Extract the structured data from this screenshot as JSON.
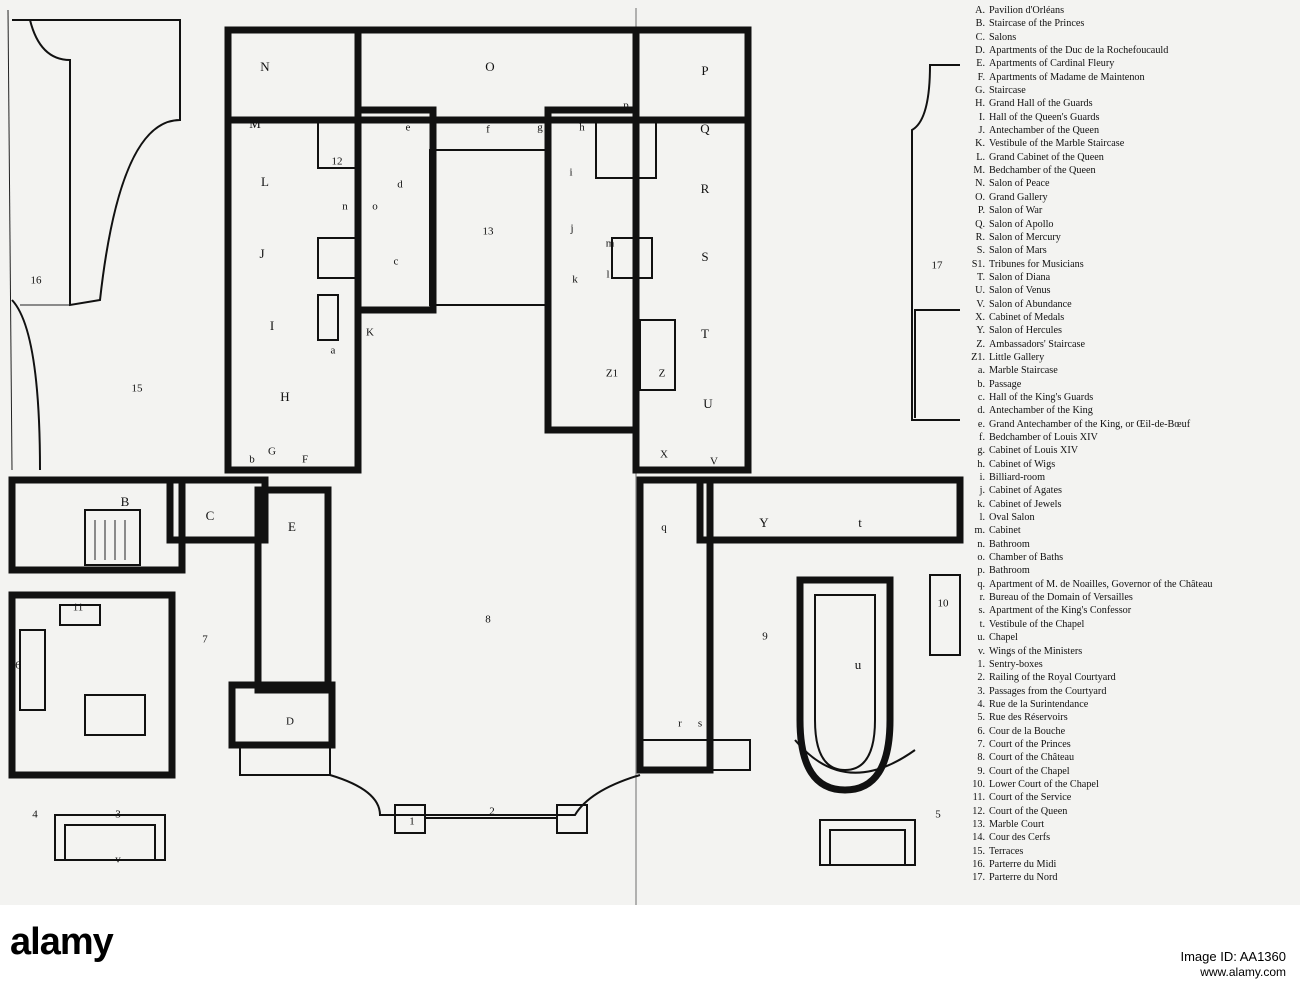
{
  "legend": [
    {
      "key": "A.",
      "text": "Pavilion d'Orléans"
    },
    {
      "key": "B.",
      "text": "Staircase of the Princes"
    },
    {
      "key": "C.",
      "text": "Salons"
    },
    {
      "key": "D.",
      "text": "Apartments of the Duc de la Rochefoucauld"
    },
    {
      "key": "E.",
      "text": "Apartments of Cardinal Fleury"
    },
    {
      "key": "F.",
      "text": "Apartments of Madame de Maintenon"
    },
    {
      "key": "G.",
      "text": "Staircase"
    },
    {
      "key": "H.",
      "text": "Grand Hall of the Guards"
    },
    {
      "key": "I.",
      "text": "Hall of the Queen's Guards"
    },
    {
      "key": "J.",
      "text": "Antechamber of the Queen"
    },
    {
      "key": "K.",
      "text": "Vestibule of the Marble Staircase"
    },
    {
      "key": "L.",
      "text": "Grand Cabinet of the Queen"
    },
    {
      "key": "M.",
      "text": "Bedchamber of the Queen"
    },
    {
      "key": "N.",
      "text": "Salon of Peace"
    },
    {
      "key": "O.",
      "text": "Grand Gallery"
    },
    {
      "key": "P.",
      "text": "Salon of War"
    },
    {
      "key": "Q.",
      "text": "Salon of Apollo"
    },
    {
      "key": "R.",
      "text": "Salon of Mercury"
    },
    {
      "key": "S.",
      "text": "Salon of Mars"
    },
    {
      "key": "S1.",
      "text": "Tribunes for Musicians"
    },
    {
      "key": "T.",
      "text": "Salon of Diana"
    },
    {
      "key": "U.",
      "text": "Salon of Venus"
    },
    {
      "key": "V.",
      "text": "Salon of Abundance"
    },
    {
      "key": "X.",
      "text": "Cabinet of Medals"
    },
    {
      "key": "Y.",
      "text": "Salon of Hercules"
    },
    {
      "key": "Z.",
      "text": "Ambassadors' Staircase"
    },
    {
      "key": "Z1.",
      "text": "Little Gallery"
    },
    {
      "key": "a.",
      "text": "Marble Staircase"
    },
    {
      "key": "b.",
      "text": "Passage"
    },
    {
      "key": "c.",
      "text": "Hall of the King's Guards"
    },
    {
      "key": "d.",
      "text": "Antechamber of the King"
    },
    {
      "key": "e.",
      "text": "Grand Antechamber of the King, or Œil-de-Bœuf"
    },
    {
      "key": "f.",
      "text": "Bedchamber of Louis XIV"
    },
    {
      "key": "g.",
      "text": "Cabinet of Louis XIV"
    },
    {
      "key": "h.",
      "text": "Cabinet of Wigs"
    },
    {
      "key": "i.",
      "text": "Billiard-room"
    },
    {
      "key": "j.",
      "text": "Cabinet of Agates"
    },
    {
      "key": "k.",
      "text": "Cabinet of Jewels"
    },
    {
      "key": "l.",
      "text": "Oval Salon"
    },
    {
      "key": "m.",
      "text": "Cabinet"
    },
    {
      "key": "n.",
      "text": "Bathroom"
    },
    {
      "key": "o.",
      "text": "Chamber of Baths"
    },
    {
      "key": "p.",
      "text": "Bathroom"
    },
    {
      "key": "q.",
      "text": "Apartment of M. de Noailles, Governor of the Château"
    },
    {
      "key": "r.",
      "text": "Bureau of the Domain of Versailles"
    },
    {
      "key": "s.",
      "text": "Apartment of the King's Confessor"
    },
    {
      "key": "t.",
      "text": "Vestibule of the Chapel"
    },
    {
      "key": "u.",
      "text": "Chapel"
    },
    {
      "key": "v.",
      "text": "Wings of the Ministers"
    },
    {
      "key": "1.",
      "text": "Sentry-boxes"
    },
    {
      "key": "2.",
      "text": "Railing of the Royal Courtyard"
    },
    {
      "key": "3.",
      "text": "Passages from the Courtyard"
    },
    {
      "key": "4.",
      "text": "Rue de la Surintendance"
    },
    {
      "key": "5.",
      "text": "Rue des Réservoirs"
    },
    {
      "key": "6.",
      "text": "Cour de la Bouche"
    },
    {
      "key": "7.",
      "text": "Court of the Princes"
    },
    {
      "key": "8.",
      "text": "Court of the Château"
    },
    {
      "key": "9.",
      "text": "Court of the Chapel"
    },
    {
      "key": "10.",
      "text": "Lower Court of the Chapel"
    },
    {
      "key": "11.",
      "text": "Court of the Service"
    },
    {
      "key": "12.",
      "text": "Court of the Queen"
    },
    {
      "key": "13.",
      "text": "Marble Court"
    },
    {
      "key": "14.",
      "text": "Cour des Cerfs"
    },
    {
      "key": "15.",
      "text": "Terraces"
    },
    {
      "key": "16.",
      "text": "Parterre du Midi"
    },
    {
      "key": "17.",
      "text": "Parterre du Nord"
    }
  ],
  "plan_labels": [
    "N",
    "O",
    "P",
    "M",
    "Q",
    "L",
    "R",
    "J",
    "S",
    "I",
    "T",
    "H",
    "U",
    "G",
    "F",
    "X",
    "V",
    "K",
    "C",
    "Z",
    "Z1",
    "B",
    "E",
    "Y",
    "t",
    "q",
    "D",
    "r",
    "s",
    "u",
    "e",
    "f",
    "g",
    "h",
    "i",
    "j",
    "k",
    "l",
    "m",
    "n",
    "o",
    "p",
    "a",
    "b",
    "c",
    "d",
    "1",
    "2",
    "3",
    "4",
    "5",
    "6",
    "7",
    "8",
    "9",
    "10",
    "11",
    "12",
    "13",
    "15",
    "16",
    "17",
    "v"
  ],
  "stock": {
    "logo": "alamy",
    "image_id": "Image ID: AA1360",
    "site": "www.alamy.com"
  },
  "colors": {
    "paper": "#f3f3f1",
    "ink": "#111111"
  }
}
